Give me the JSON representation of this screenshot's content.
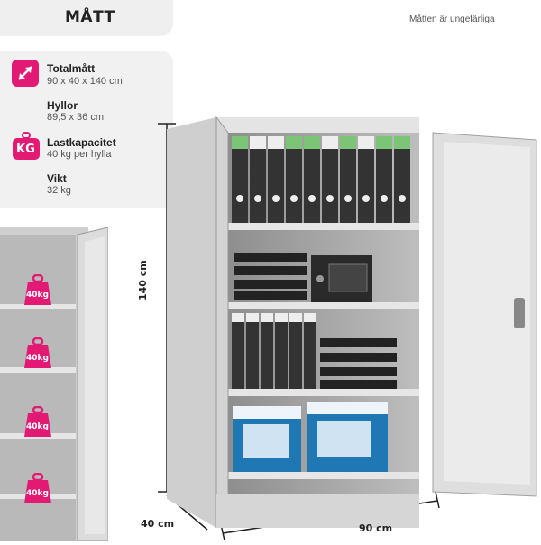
{
  "header": {
    "title": "MÅTT",
    "disclaimer": "Måtten är ungefärliga"
  },
  "specs": [
    {
      "label": "Totalmått",
      "value": "90 x 40 x 140 cm",
      "icon": "diagonal-arrow-icon"
    },
    {
      "label": "Hyllor",
      "value": "89,5 x 36 cm",
      "icon": ""
    },
    {
      "label": "Lastkapacitet",
      "value": "40 kg per hylla",
      "icon": "kg-weight-icon",
      "icon_text": "KG"
    },
    {
      "label": "Vikt",
      "value": "32 kg",
      "icon": ""
    }
  ],
  "dimensions": {
    "height": "140 cm",
    "depth": "40 cm",
    "width": "90 cm"
  },
  "shelf_badges": [
    "40kg",
    "40kg",
    "40kg",
    "40kg"
  ],
  "colors": {
    "accent": "#e21a74",
    "cabinet": "#d9d9d9",
    "interior": "#bdbdbd"
  }
}
